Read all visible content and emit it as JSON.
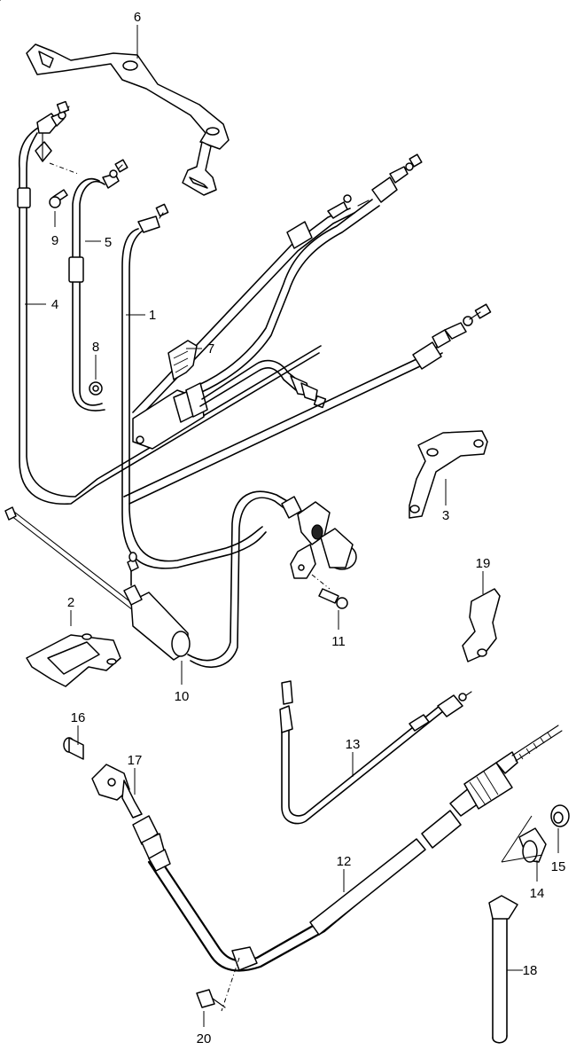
{
  "diagram": {
    "type": "exploded-parts-diagram",
    "callouts": [
      {
        "number": "1",
        "part": "cable"
      },
      {
        "number": "2",
        "part": "bracket"
      },
      {
        "number": "3",
        "part": "bracket"
      },
      {
        "number": "4",
        "part": "cable"
      },
      {
        "number": "5",
        "part": "cable"
      },
      {
        "number": "6",
        "part": "bracket"
      },
      {
        "number": "7",
        "part": "clamp"
      },
      {
        "number": "8",
        "part": "washer"
      },
      {
        "number": "9",
        "part": "screw"
      },
      {
        "number": "10",
        "part": "cable-with-boot"
      },
      {
        "number": "11",
        "part": "screw"
      },
      {
        "number": "12",
        "part": "cable"
      },
      {
        "number": "13",
        "part": "cable"
      },
      {
        "number": "14",
        "part": "boot"
      },
      {
        "number": "15",
        "part": "nut"
      },
      {
        "number": "16",
        "part": "pin"
      },
      {
        "number": "17",
        "part": "clip"
      },
      {
        "number": "18",
        "part": "hose"
      },
      {
        "number": "19",
        "part": "bracket"
      },
      {
        "number": "20",
        "part": "bolt"
      }
    ]
  }
}
